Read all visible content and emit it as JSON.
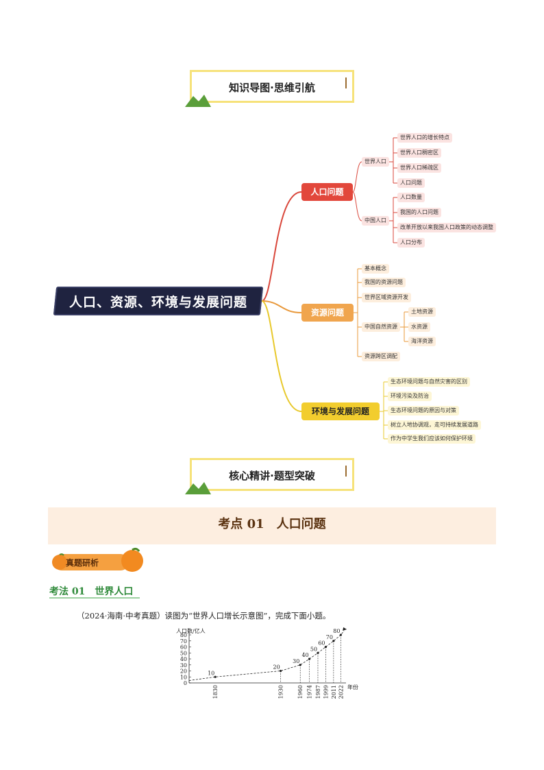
{
  "banners": {
    "mindmap": "知识导图·思维引航",
    "core": "核心精讲·题型突破"
  },
  "mindmap": {
    "root": "人口、资源、环境与发展问题",
    "population": {
      "label": "人口问题",
      "world": {
        "label": "世界人口",
        "items": [
          "世界人口的增长特点",
          "世界人口稠密区",
          "世界人口稀疏区",
          "人口问题"
        ]
      },
      "china": {
        "label": "中国人口",
        "items": [
          "人口数量",
          "我国的人口问题",
          "改革开放以来我国人口政策的动态调整",
          "人口分布"
        ]
      }
    },
    "resources": {
      "label": "资源问题",
      "items": [
        "基本概念",
        "我国的资源问题",
        "世界区域资源开发",
        "中国自然资源",
        "资源跨区调配"
      ],
      "natural": [
        "土地资源",
        "水资源",
        "海洋资源"
      ]
    },
    "environment": {
      "label": "环境与发展问题",
      "items": [
        "生态环境问题与自然灾害的区别",
        "环境污染及防治",
        "生态环境问题的原因与对策",
        "树立人地协调观，走可持续发展道路",
        "作为中学生我们应该如何保护环境"
      ]
    }
  },
  "section": {
    "title": "考点 01　人口问题",
    "badge": "真题研析",
    "method": "考法 01　世界人口",
    "question": "（2024·海南·中考真题）读图为“世界人口增长示意图”，完成下面小题。"
  },
  "chart_data": {
    "type": "line",
    "ylabel": "人口数/亿人",
    "xlabel": "年份",
    "ylim": [
      0,
      80
    ],
    "yticks": [
      0,
      10,
      20,
      30,
      40,
      50,
      60,
      70,
      80
    ],
    "x": [
      "1830",
      "1930",
      "1960",
      "1974",
      "1987",
      "1999",
      "2011",
      "2022"
    ],
    "values": [
      10,
      20,
      30,
      40,
      50,
      60,
      70,
      80
    ],
    "labels": [
      "10",
      "20",
      "30",
      "40",
      "50",
      "60",
      "70",
      "80"
    ]
  }
}
